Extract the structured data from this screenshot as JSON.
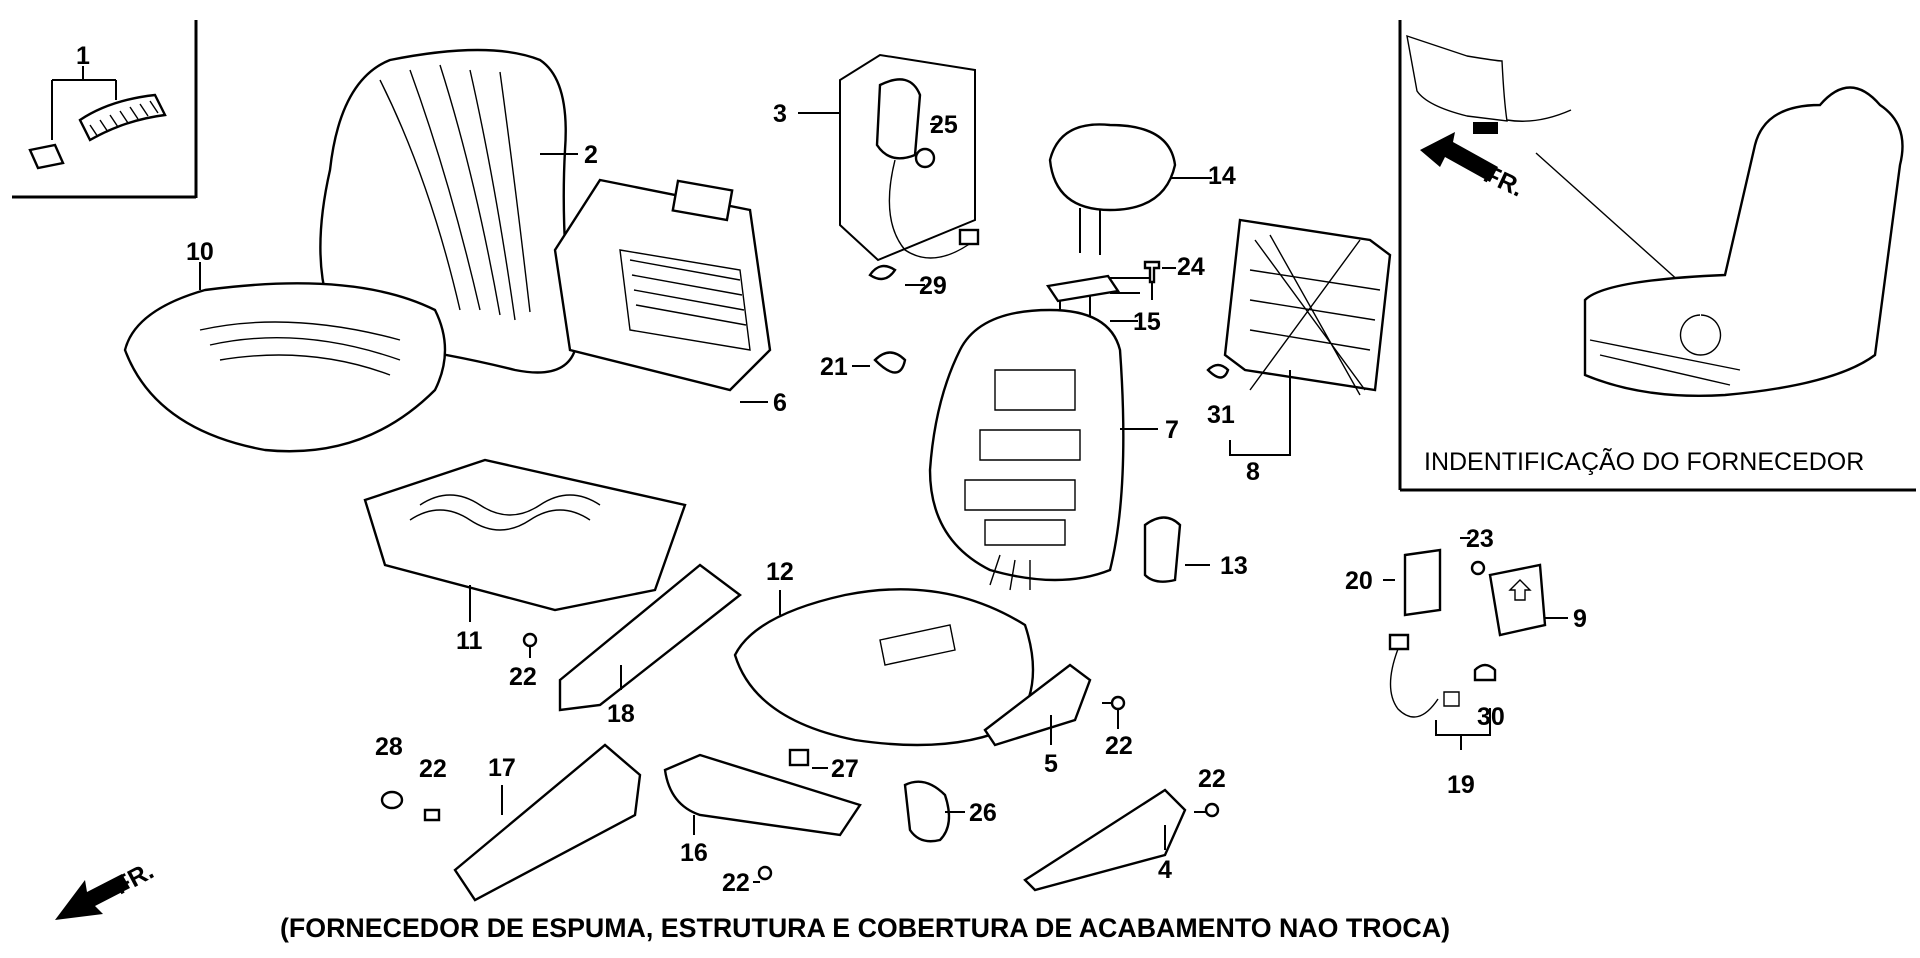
{
  "diagram": {
    "callouts": [
      "1",
      "2",
      "3",
      "25",
      "14",
      "24",
      "29",
      "15",
      "10",
      "21",
      "6",
      "31",
      "7",
      "8",
      "13",
      "12",
      "11",
      "23",
      "20",
      "9",
      "22",
      "18",
      "30",
      "22",
      "5",
      "28",
      "22",
      "17",
      "27",
      "26",
      "19",
      "22",
      "4",
      "16",
      "22"
    ],
    "front_arrow_label": "FR.",
    "inset": {
      "title": "INDENTIFICAÇÃO DO FORNECEDOR",
      "front_arrow_label": "FR."
    },
    "caption": "(FORNECEDOR DE ESPUMA, ESTRUTURA  E COBERTURA DE ACABAMENTO NAO TROCA)"
  }
}
